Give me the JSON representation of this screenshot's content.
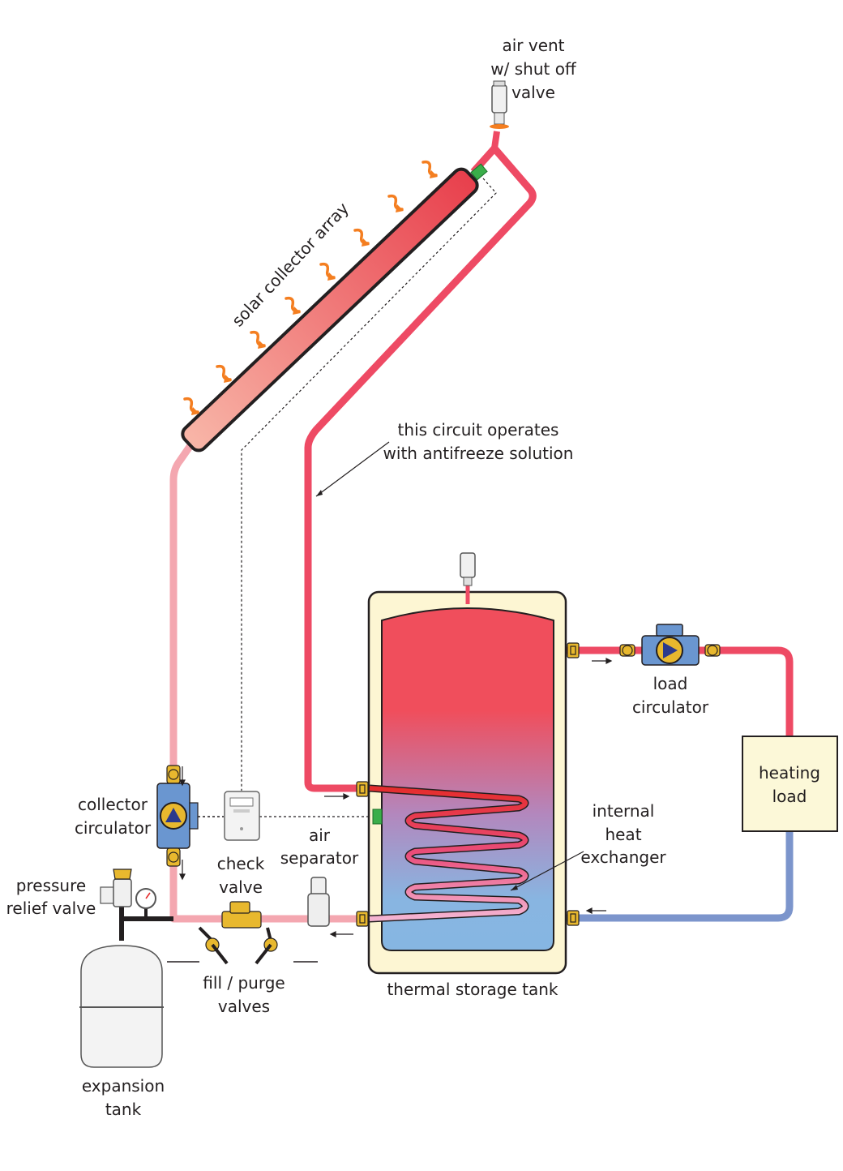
{
  "labels": {
    "air_vent_1": "air vent",
    "air_vent_2": "w/ shut off",
    "air_vent_3": "valve",
    "collector_array": "solar collector array",
    "circuit_note_1": "this circuit operates",
    "circuit_note_2": "with antifreeze solution",
    "collector_circ_1": "collector",
    "collector_circ_2": "circulator",
    "air_sep_1": "air",
    "air_sep_2": "separator",
    "check_valve_1": "check",
    "check_valve_2": "valve",
    "prv_1": "pressure",
    "prv_2": "relief valve",
    "fill_purge_1": "fill / purge",
    "fill_purge_2": "valves",
    "expansion_1": "expansion",
    "expansion_2": "tank",
    "storage_tank": "thermal storage tank",
    "load_circ_1": "load",
    "load_circ_2": "circulator",
    "heating_load_1": "heating",
    "heating_load_2": "load",
    "hx_1": "internal",
    "hx_2": "heat",
    "hx_3": "exchanger"
  },
  "colors": {
    "hot_pipe": "#ee4a64",
    "warm_pipe": "#f4a7b0",
    "cold_pipe": "#7c95cc",
    "coil_hot": "#e52d2d",
    "coil_cool": "#f3a6c8",
    "tank_shell": "#fdf6d3",
    "tank_top": "#f04e5c",
    "tank_bottom": "#86b6e2",
    "brass": "#e8b82e",
    "pump_blue": "#6a96d0",
    "sensor_green": "#3aae4a",
    "heat_arrow": "#f47e20",
    "load_box": "#fcf8d8"
  },
  "icons": [
    "heat-arrow-icon",
    "pump-icon",
    "air-vent-icon",
    "sensor-icon",
    "controller-icon",
    "gauge-icon"
  ]
}
